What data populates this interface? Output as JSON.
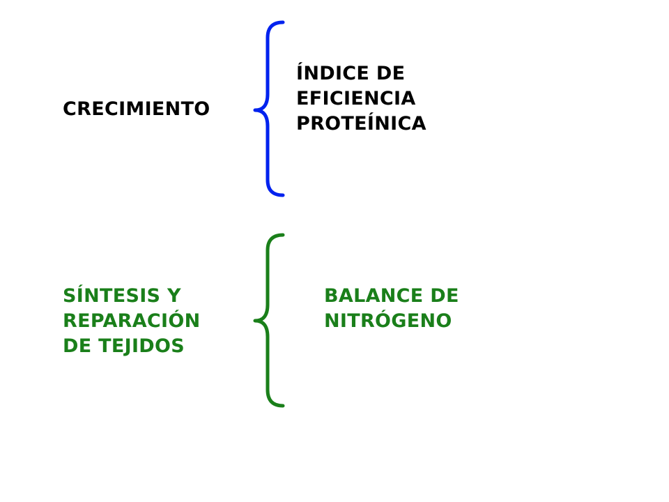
{
  "colors": {
    "black": "#000000",
    "blue": "#0022ee",
    "green": "#1a7f1a"
  },
  "rows": [
    {
      "left": "CRECIMIENTO",
      "right": "ÍNDICE DE\nEFICIENCIA\nPROTEÍNICA",
      "left_color": "black",
      "right_color": "black",
      "brace_color": "blue"
    },
    {
      "left": "SÍNTESIS Y\nREPARACIÓN\nDE TEJIDOS",
      "right": "BALANCE  DE\nNITRÓGENO",
      "left_color": "green",
      "right_color": "green",
      "brace_color": "green"
    }
  ]
}
